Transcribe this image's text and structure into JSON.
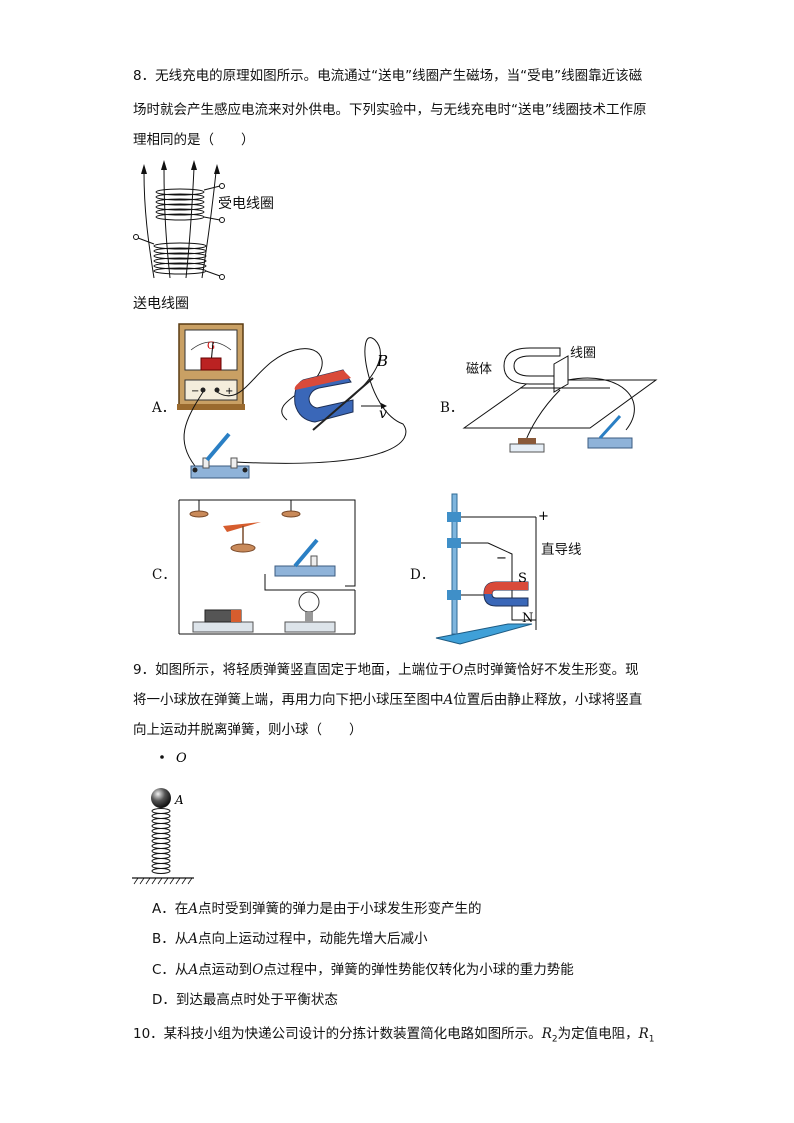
{
  "q8": {
    "line1": "8．无线充电的原理如图所示。电流通过“送电”线圈产生磁场，当“受电”线圈靠近该磁",
    "line2": "场时就会产生感应电流来对外供电。下列实验中，与无线充电时“送电”线圈技术工作原",
    "line3": "理相同的是（　　）",
    "fig_label_receive": "受电线圈",
    "fig_label_send": "送电线圈",
    "options": {
      "A": "A．",
      "B": "B．",
      "C": "C．",
      "D": "D．"
    },
    "figA": {
      "galv_letter": "G",
      "b_label": "B",
      "v_label": "v",
      "minus": "−",
      "plus": "+"
    },
    "figB": {
      "magnet_label": "磁体",
      "coil_label": "线圈"
    },
    "figD": {
      "plus": "+",
      "minus": "−",
      "wire_label": "直导线",
      "s_label": "S",
      "n_label": "N"
    }
  },
  "q9": {
    "line1": "9．如图所示，将轻质弹簧竖直固定于地面，上端位于",
    "o1": "O",
    "line1b": "点时弹簧恰好不发生形变。现",
    "line2": "将一小球放在弹簧上端，再用力向下把小球压至图中",
    "a1": "A",
    "line2b": "位置后由静止释放，小球将竖直",
    "line3": "向上运动并脱离弹簧，则小球（　　）",
    "fig_o": "O",
    "fig_a": "A",
    "optA_pre": "A．在",
    "optA_a": "A",
    "optA_post": "点时受到弹簧的弹力是由于小球发生形变产生的",
    "optB_pre": "B．从",
    "optB_a": "A",
    "optB_post": "点向上运动过程中，动能先增大后减小",
    "optC_pre": "C．从",
    "optC_a": "A",
    "optC_mid": "点运动到",
    "optC_o": "O",
    "optC_post": "点过程中，弹簧的弹性势能仅转化为小球的重力势能",
    "optD": "D．到达最高点时处于平衡状态"
  },
  "q10": {
    "line1": "10．某科技小组为快递公司设计的分拣计数装置简化电路如图所示。",
    "r2": "R",
    "r2_sub": "2",
    "mid": "为定值电阻，",
    "r1": "R",
    "r1_sub": "1"
  }
}
